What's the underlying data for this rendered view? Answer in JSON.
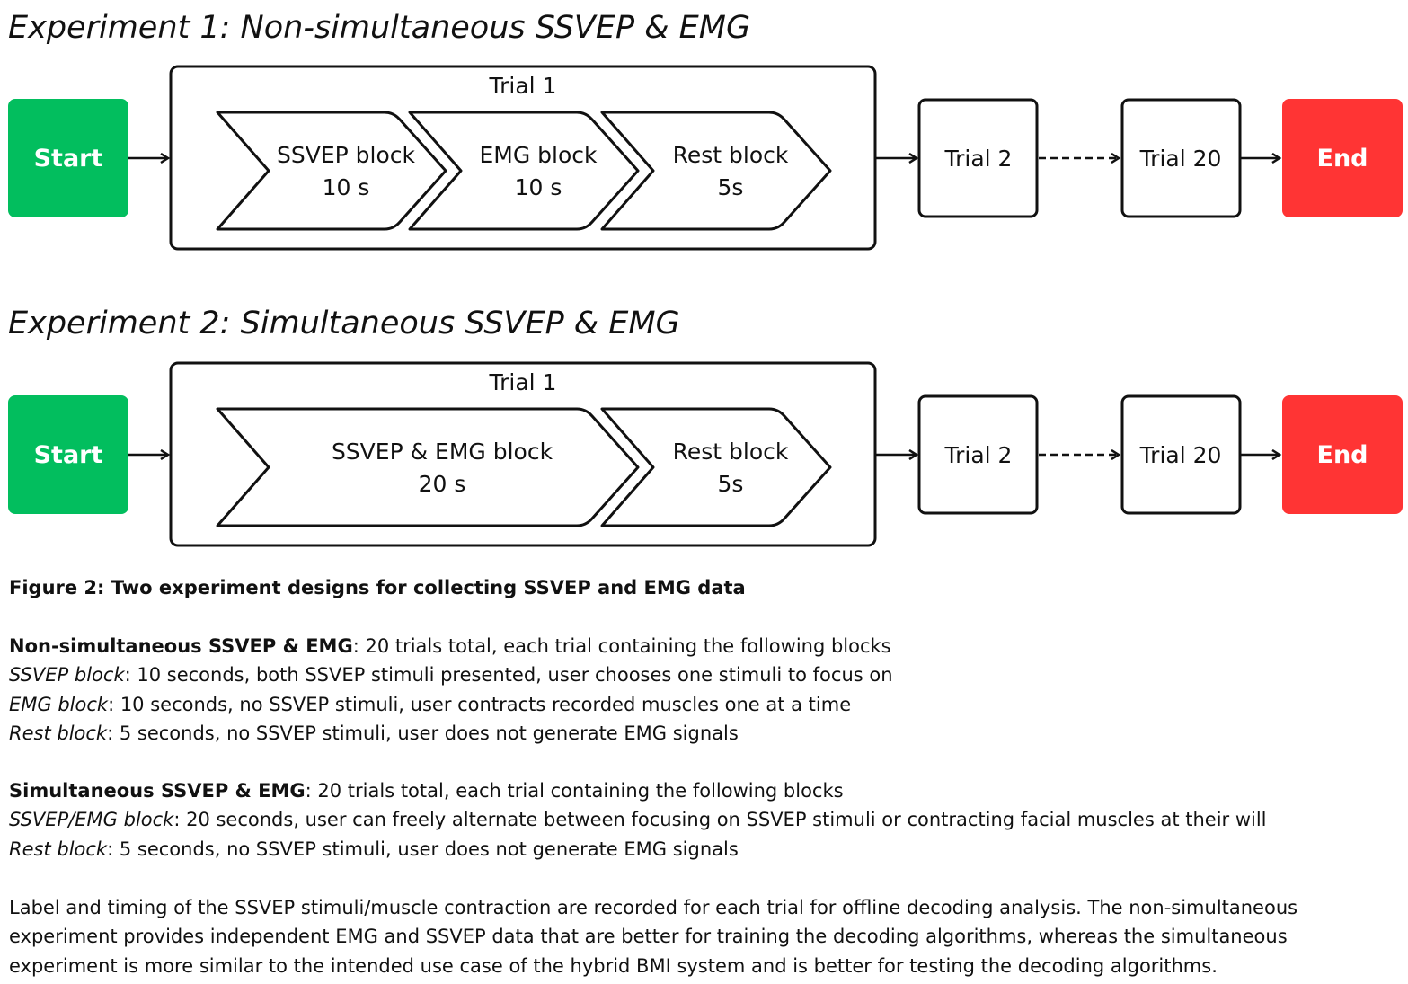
{
  "experiment1": {
    "title": "Experiment 1: Non-simultaneous SSVEP & EMG",
    "start_label": "Start",
    "trial_label": "Trial 1",
    "blocks": [
      {
        "line1": "SSVEP block",
        "line2": "10 s"
      },
      {
        "line1": "EMG block",
        "line2": "10 s"
      },
      {
        "line1": "Rest block",
        "line2": "5s"
      }
    ],
    "trial2_label": "Trial 2",
    "trial20_label": "Trial 20",
    "end_label": "End"
  },
  "experiment2": {
    "title": "Experiment 2: Simultaneous SSVEP & EMG",
    "start_label": "Start",
    "trial_label": "Trial 1",
    "blocks": [
      {
        "line1": "SSVEP & EMG block",
        "line2": "20 s"
      },
      {
        "line1": "Rest block",
        "line2": "5s"
      }
    ],
    "trial2_label": "Trial 2",
    "trial20_label": "Trial 20",
    "end_label": "End"
  },
  "colors": {
    "start": "#02BE5E",
    "end": "#FF3434",
    "stroke": "#111111"
  },
  "caption": "Figure 2: Two experiment designs for collecting SSVEP and EMG data",
  "description": {
    "non_sim": {
      "heading": "Non-simultaneous SSVEP & EMG",
      "heading_rest": ": 20 trials total, each trial containing the following blocks",
      "items": [
        {
          "term": "SSVEP block",
          "text": ": 10 seconds, both SSVEP stimuli presented, user chooses one stimuli to focus on"
        },
        {
          "term": "EMG block",
          "text": ": 10 seconds, no SSVEP stimuli, user contracts recorded muscles one at a time"
        },
        {
          "term": "Rest block",
          "text": ": 5 seconds, no SSVEP stimuli, user does not generate EMG signals"
        }
      ]
    },
    "sim": {
      "heading": "Simultaneous SSVEP & EMG",
      "heading_rest": ": 20 trials total, each trial containing the following blocks",
      "items": [
        {
          "term": "SSVEP/EMG block",
          "text": ": 20 seconds, user can freely alternate between focusing on SSVEP stimuli or contracting facial muscles at their will"
        },
        {
          "term": "Rest block",
          "text": ": 5 seconds, no SSVEP stimuli, user does not generate EMG signals"
        }
      ]
    },
    "paragraph_lines": [
      "Label and timing of the SSVEP stimuli/muscle contraction are recorded for each trial for offline decoding analysis. The non-simultaneous",
      "experiment provides independent EMG and SSVEP data that are better for training the decoding algorithms, whereas the simultaneous",
      "experiment is more similar to the intended use case of the hybrid BMI system and is better for testing the decoding algorithms."
    ]
  }
}
